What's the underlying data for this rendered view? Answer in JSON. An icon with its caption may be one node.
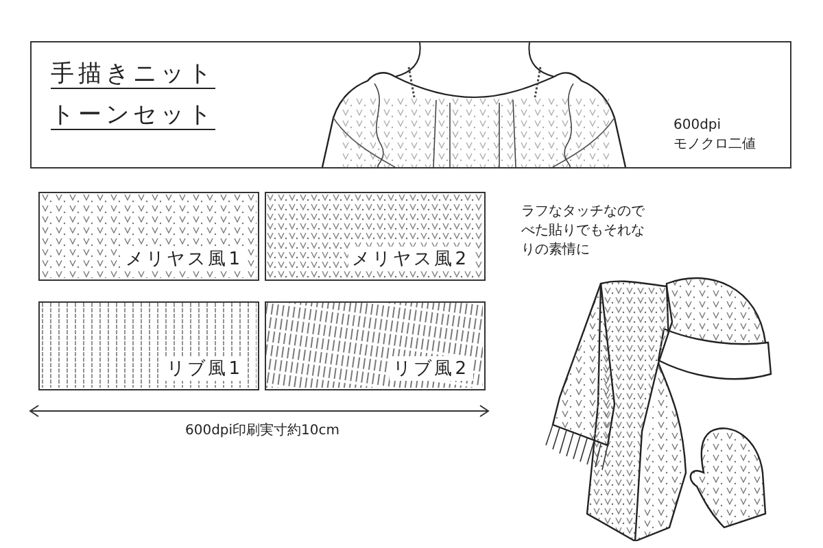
{
  "diagram": {
    "nodes": [
      {
        "text": [
          "手描きニット",
          "トーンセット",
          "600dpi",
          "モノクロ二値"
        ]
      },
      {
        "text": [
          "メリヤス風1"
        ]
      },
      {
        "text": [
          "メリヤス風2"
        ]
      },
      {
        "text": [
          "リブ風1"
        ]
      },
      {
        "text": [
          "リブ風2"
        ]
      }
    ],
    "edges": [],
    "labels": [
      "600dpi印刷実寸約10cm",
      "ラフなタッチなのでべた貼りでもそれなりの素情に"
    ]
  }
}
